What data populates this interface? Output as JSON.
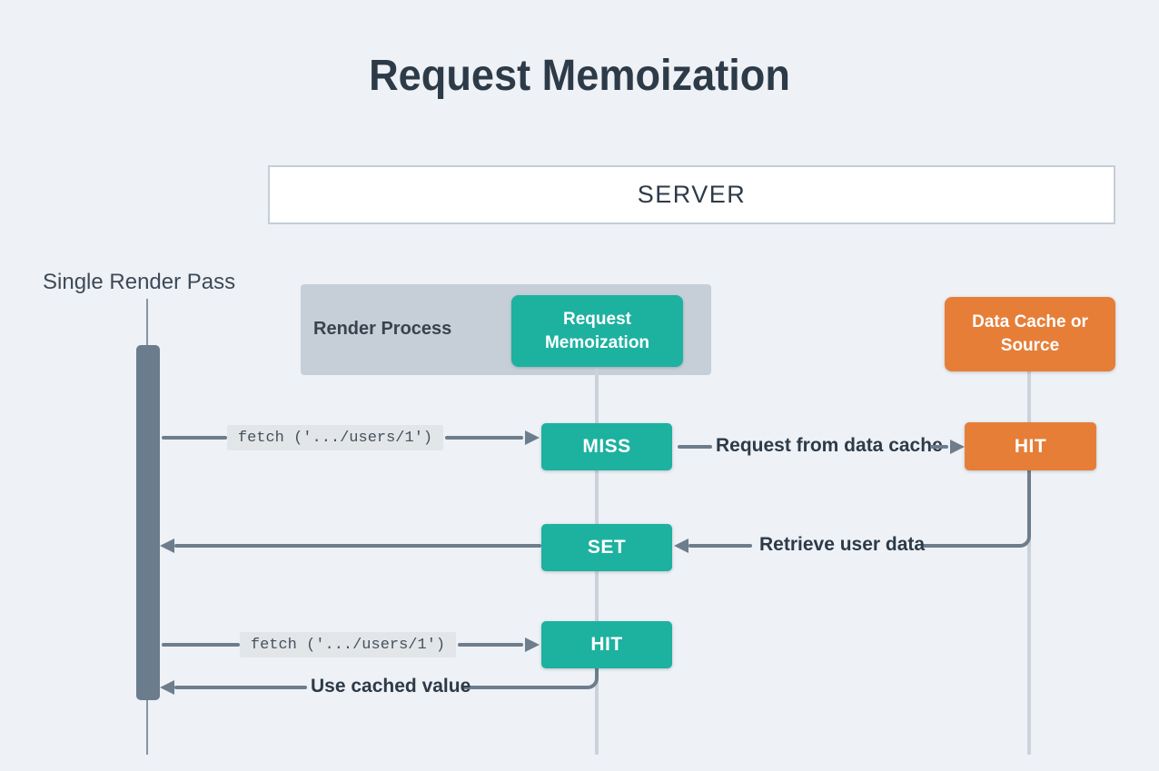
{
  "page": {
    "title": "Request Memoization"
  },
  "server_band": {
    "label": "SERVER"
  },
  "lanes": {
    "render_pass": {
      "label": "Single Render Pass"
    },
    "render_process": {
      "label": "Render Process",
      "memo_box": "Request Memoization"
    },
    "data_source": {
      "box": "Data Cache or Source"
    }
  },
  "flow": {
    "row1": {
      "fetch_label": "fetch ('.../users/1')",
      "memo_result": "MISS",
      "arrow_label": "Request from data cache",
      "cache_result": "HIT"
    },
    "row2": {
      "memo_action": "SET",
      "arrow_label": "Retrieve user data"
    },
    "row3": {
      "fetch_label": "fetch ('.../users/1')",
      "memo_result": "HIT",
      "arrow_label": "Use cached value"
    }
  },
  "colors": {
    "teal": "#1db1a0",
    "orange": "#e67e38",
    "slate": "#6e7d8c",
    "bar": "#6b7c8c",
    "panel": "#c6cfd8",
    "lifeline": "#cad3dc",
    "ink": "#2d3a48",
    "bg": "#eef1f5",
    "codebg": "#e3e6e9",
    "codeink": "#46515d",
    "border": "#c5ced8"
  }
}
